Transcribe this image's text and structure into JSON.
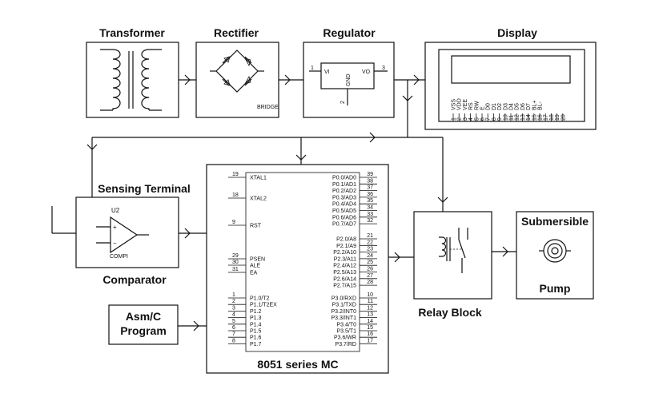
{
  "labels": {
    "transformer": "Transformer",
    "rectifier": "Rectifier",
    "regulator": "Regulator",
    "display": "Display",
    "sensing_terminal": "Sensing Terminal",
    "comparator": "Comparator",
    "asm_line1": "Asm/C",
    "asm_line2": "Program",
    "mcu": "8051 series MC",
    "relay_block": "Relay Block",
    "pump_line1": "Submersible",
    "pump_line2": "Pump"
  },
  "rectifier_part": "BRIDGE",
  "regulator_part": {
    "pin_in": "1",
    "label_in": "VI",
    "label_out": "VO",
    "pin_out": "3",
    "label_gnd": "GND",
    "pin_gnd": "2"
  },
  "comparator_part": {
    "name": "U2",
    "plus": "+",
    "minus": "−",
    "type": "COMPI"
  },
  "lcd_pins": {
    "names": [
      "VSS",
      "VDD",
      "VEE",
      "RS",
      "RW",
      "E",
      "D0",
      "D1",
      "D2",
      "D3",
      "D4",
      "D5",
      "D6",
      "D7",
      "BL+",
      "BL-"
    ],
    "numbers": [
      "1",
      "2",
      "3",
      "4",
      "5",
      "6",
      "7",
      "8",
      "9",
      "10",
      "11",
      "12",
      "13",
      "14",
      "15",
      "16",
      "17",
      "18",
      "19",
      "20"
    ]
  },
  "mcu_left_top": [
    {
      "num": "19",
      "name": "XTAL1"
    },
    {
      "num": "18",
      "name": "XTAL2"
    },
    {
      "num": "9",
      "name": "RST"
    },
    {
      "num": "29",
      "name": "PSEN"
    },
    {
      "num": "30",
      "name": "ALE"
    },
    {
      "num": "31",
      "name": "EA"
    }
  ],
  "mcu_left_p1": [
    {
      "num": "1",
      "name": "P1.0/T2"
    },
    {
      "num": "2",
      "name": "P1.1/T2EX"
    },
    {
      "num": "3",
      "name": "P1.2"
    },
    {
      "num": "4",
      "name": "P1.3"
    },
    {
      "num": "5",
      "name": "P1.4"
    },
    {
      "num": "6",
      "name": "P1.5"
    },
    {
      "num": "7",
      "name": "P1.6"
    },
    {
      "num": "8",
      "name": "P1.7"
    }
  ],
  "mcu_right_p0": [
    {
      "num": "39",
      "name": "P0.0/AD0"
    },
    {
      "num": "38",
      "name": "P0.1/AD1"
    },
    {
      "num": "37",
      "name": "P0.2/AD2"
    },
    {
      "num": "36",
      "name": "P0.3/AD3"
    },
    {
      "num": "35",
      "name": "P0.4/AD4"
    },
    {
      "num": "34",
      "name": "P0.5/AD5"
    },
    {
      "num": "33",
      "name": "P0.6/AD6"
    },
    {
      "num": "32",
      "name": "P0.7/AD7"
    }
  ],
  "mcu_right_p2": [
    {
      "num": "21",
      "name": "P2.0/A8"
    },
    {
      "num": "22",
      "name": "P2.1/A9"
    },
    {
      "num": "23",
      "name": "P2.2/A10"
    },
    {
      "num": "24",
      "name": "P2.3/A11"
    },
    {
      "num": "25",
      "name": "P2.4/A12"
    },
    {
      "num": "26",
      "name": "P2.5/A13"
    },
    {
      "num": "27",
      "name": "P2.6/A14"
    },
    {
      "num": "28",
      "name": "P2.7/A15"
    }
  ],
  "mcu_right_p3": [
    {
      "num": "10",
      "name": "P3.0/RXD"
    },
    {
      "num": "11",
      "name": "P3.1/TXD"
    },
    {
      "num": "12",
      "name": "P3.2/INT0"
    },
    {
      "num": "13",
      "name": "P3.3/INT1"
    },
    {
      "num": "14",
      "name": "P3.4/T0"
    },
    {
      "num": "15",
      "name": "P3.5/T1"
    },
    {
      "num": "16",
      "name": "P3.6/WR"
    },
    {
      "num": "17",
      "name": "P3.7/RD"
    }
  ]
}
